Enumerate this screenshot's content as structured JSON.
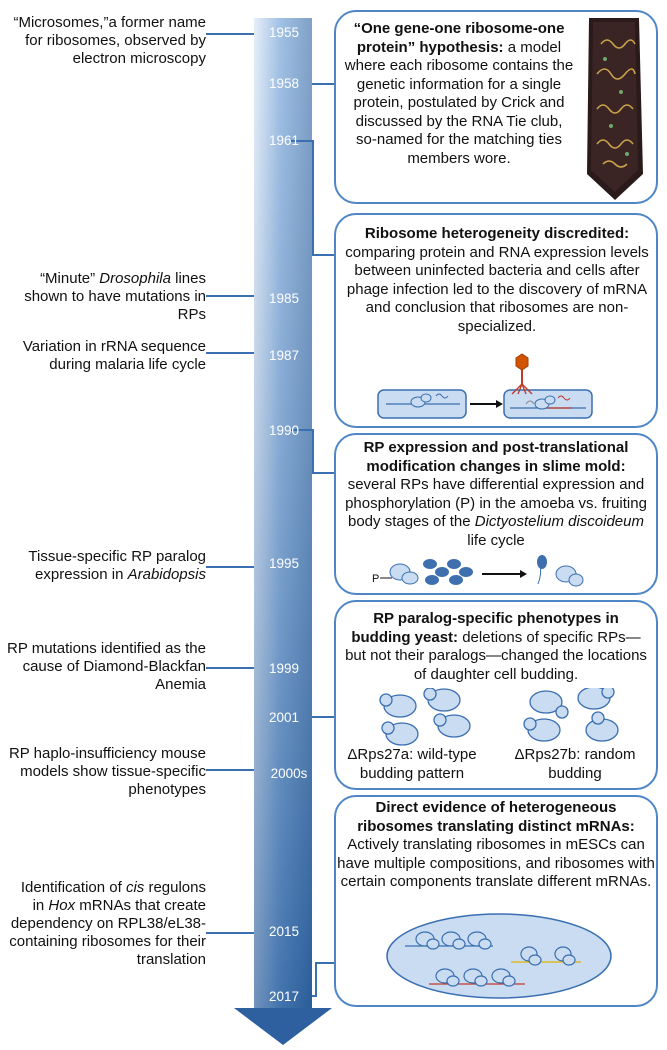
{
  "timeline": {
    "years": [
      "1955",
      "1958",
      "1961",
      "1985",
      "1987",
      "1990",
      "1995",
      "1999",
      "2001",
      "2000s",
      "2015",
      "2017"
    ]
  },
  "left_notes": {
    "n1955": "“Microsomes,”a former name for ribosomes, observed by electron microscopy",
    "n1985_a": "“Minute”",
    "n1985_b": "Drosophila",
    "n1985_c": "lines shown to have mutations in RPs",
    "n1987": "Variation in rRNA sequence during malaria life cycle",
    "n1995_a": "Tissue-specific RP paralog expression in",
    "n1995_b": "Arabidopsis",
    "n1999": "RP mutations identified as the cause of Diamond-Blackfan Anemia",
    "n2000s": "RP haplo-insufficiency mouse models show tissue-specific phenotypes",
    "n2015_a": "Identification of",
    "n2015_b": "cis",
    "n2015_c": "regulons in",
    "n2015_d": "Hox",
    "n2015_e": "mRNAs that create dependency on RPL38/eL38-containing ribosomes for their translation"
  },
  "boxes": {
    "b1958_title": "“One gene-one ribosome-one protein” hypothesis:",
    "b1958_body": "a model where each ribosome contains the genetic information for a single protein, postulated by Crick and discussed by the RNA Tie club, so-named for the matching ties members wore.",
    "b1961_title": "Ribosome heterogeneity discredited:",
    "b1961_body": "comparing protein and RNA expression levels between uninfected bacteria and cells after phage infection led to the discovery of mRNA and conclusion that ribosomes are non-specialized.",
    "b1990_title": "RP expression and post-translational modification changes in slime mold:",
    "b1990_body_a": "several RPs have differential expression and phosphorylation (P) in the amoeba vs. fruiting body stages of the",
    "b1990_body_b": "Dictyostelium discoideum",
    "b1990_body_c": "life cycle",
    "b1990_p_label": "P",
    "b2001_title": "RP paralog-specific phenotypes in budding yeast:",
    "b2001_body": "deletions of specific RPs—but not their paralogs—changed the locations of daughter cell budding.",
    "b2001_cap_left": "ΔRps27a: wild-type budding pattern",
    "b2001_cap_right": "ΔRps27b: random budding",
    "b2017_title": "Direct evidence of heterogeneous ribosomes translating distinct mRNAs:",
    "b2017_body": "Actively translating ribosomes in mESCs can have multiple compositions, and ribosomes with certain components translate different mRNAs."
  },
  "colors": {
    "arrow_light": "#dbe7f5",
    "arrow_dark": "#2e5f9e",
    "connector": "#3a6fb0",
    "box_border": "#4f86c6",
    "cell_fill": "#c9dcf2"
  }
}
